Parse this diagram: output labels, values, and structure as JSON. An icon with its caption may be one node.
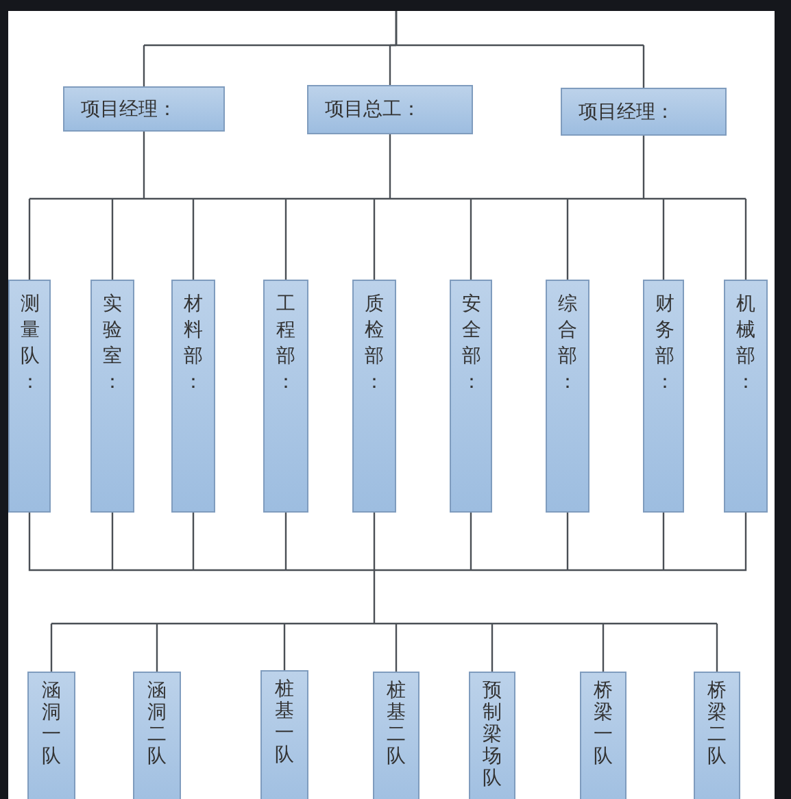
{
  "diagram": {
    "nodes": [
      {
        "text": [
          "项目经理："
        ]
      },
      {
        "text": [
          "项目总工："
        ]
      },
      {
        "text": [
          "项目经理："
        ]
      },
      {
        "text": [
          "测量队："
        ]
      },
      {
        "text": [
          "实验室："
        ]
      },
      {
        "text": [
          "材料部："
        ]
      },
      {
        "text": [
          "工程部："
        ]
      },
      {
        "text": [
          "质检部："
        ]
      },
      {
        "text": [
          "安全部："
        ]
      },
      {
        "text": [
          "综合部："
        ]
      },
      {
        "text": [
          "财务部："
        ]
      },
      {
        "text": [
          "机械部："
        ]
      },
      {
        "text": [
          "涵洞一队"
        ]
      },
      {
        "text": [
          "涵洞二队"
        ]
      },
      {
        "text": [
          "桩基一队"
        ]
      },
      {
        "text": [
          "桩基二队"
        ]
      },
      {
        "text": [
          "预制梁场队"
        ]
      },
      {
        "text": [
          "桥梁一队"
        ]
      },
      {
        "text": [
          "桥梁二队"
        ]
      }
    ],
    "edges": [
      {
        "from": null,
        "to": 0,
        "arrow": "none"
      },
      {
        "from": null,
        "to": 1,
        "arrow": "none"
      },
      {
        "from": null,
        "to": 2,
        "arrow": "none"
      },
      {
        "from": 0,
        "to": 3,
        "arrow": "none"
      },
      {
        "from": 0,
        "to": 4,
        "arrow": "none"
      },
      {
        "from": 0,
        "to": 5,
        "arrow": "none"
      },
      {
        "from": 0,
        "to": 6,
        "arrow": "none"
      },
      {
        "from": 0,
        "to": 7,
        "arrow": "none"
      },
      {
        "from": 0,
        "to": 8,
        "arrow": "none"
      },
      {
        "from": 0,
        "to": 9,
        "arrow": "none"
      },
      {
        "from": 0,
        "to": 10,
        "arrow": "none"
      },
      {
        "from": 0,
        "to": 11,
        "arrow": "none"
      },
      {
        "from": 1,
        "to": 3,
        "arrow": "none"
      },
      {
        "from": 1,
        "to": 4,
        "arrow": "none"
      },
      {
        "from": 1,
        "to": 5,
        "arrow": "none"
      },
      {
        "from": 1,
        "to": 6,
        "arrow": "none"
      },
      {
        "from": 1,
        "to": 7,
        "arrow": "none"
      },
      {
        "from": 1,
        "to": 8,
        "arrow": "none"
      },
      {
        "from": 1,
        "to": 9,
        "arrow": "none"
      },
      {
        "from": 1,
        "to": 10,
        "arrow": "none"
      },
      {
        "from": 1,
        "to": 11,
        "arrow": "none"
      },
      {
        "from": 2,
        "to": 3,
        "arrow": "none"
      },
      {
        "from": 2,
        "to": 4,
        "arrow": "none"
      },
      {
        "from": 2,
        "to": 5,
        "arrow": "none"
      },
      {
        "from": 2,
        "to": 6,
        "arrow": "none"
      },
      {
        "from": 2,
        "to": 7,
        "arrow": "none"
      },
      {
        "from": 2,
        "to": 8,
        "arrow": "none"
      },
      {
        "from": 2,
        "to": 9,
        "arrow": "none"
      },
      {
        "from": 2,
        "to": 10,
        "arrow": "none"
      },
      {
        "from": 2,
        "to": 11,
        "arrow": "none"
      },
      {
        "from": 3,
        "to": 12,
        "arrow": "none"
      },
      {
        "from": 3,
        "to": 13,
        "arrow": "none"
      },
      {
        "from": 3,
        "to": 14,
        "arrow": "none"
      },
      {
        "from": 3,
        "to": 15,
        "arrow": "none"
      },
      {
        "from": 3,
        "to": 16,
        "arrow": "none"
      },
      {
        "from": 3,
        "to": 17,
        "arrow": "none"
      },
      {
        "from": 3,
        "to": 18,
        "arrow": "none"
      },
      {
        "from": 4,
        "to": 12,
        "arrow": "none"
      },
      {
        "from": 4,
        "to": 13,
        "arrow": "none"
      },
      {
        "from": 4,
        "to": 14,
        "arrow": "none"
      },
      {
        "from": 4,
        "to": 15,
        "arrow": "none"
      },
      {
        "from": 4,
        "to": 16,
        "arrow": "none"
      },
      {
        "from": 4,
        "to": 17,
        "arrow": "none"
      },
      {
        "from": 4,
        "to": 18,
        "arrow": "none"
      },
      {
        "from": 5,
        "to": 12,
        "arrow": "none"
      },
      {
        "from": 5,
        "to": 13,
        "arrow": "none"
      },
      {
        "from": 5,
        "to": 14,
        "arrow": "none"
      },
      {
        "from": 5,
        "to": 15,
        "arrow": "none"
      },
      {
        "from": 5,
        "to": 16,
        "arrow": "none"
      },
      {
        "from": 5,
        "to": 17,
        "arrow": "none"
      },
      {
        "from": 5,
        "to": 18,
        "arrow": "none"
      },
      {
        "from": 6,
        "to": 12,
        "arrow": "none"
      },
      {
        "from": 6,
        "to": 13,
        "arrow": "none"
      },
      {
        "from": 6,
        "to": 14,
        "arrow": "none"
      },
      {
        "from": 6,
        "to": 15,
        "arrow": "none"
      },
      {
        "from": 6,
        "to": 16,
        "arrow": "none"
      },
      {
        "from": 6,
        "to": 17,
        "arrow": "none"
      },
      {
        "from": 6,
        "to": 18,
        "arrow": "none"
      },
      {
        "from": 7,
        "to": 12,
        "arrow": "none"
      },
      {
        "from": 7,
        "to": 13,
        "arrow": "none"
      },
      {
        "from": 7,
        "to": 14,
        "arrow": "none"
      },
      {
        "from": 7,
        "to": 15,
        "arrow": "none"
      },
      {
        "from": 7,
        "to": 16,
        "arrow": "none"
      },
      {
        "from": 7,
        "to": 17,
        "arrow": "none"
      },
      {
        "from": 7,
        "to": 18,
        "arrow": "none"
      },
      {
        "from": 8,
        "to": 12,
        "arrow": "none"
      },
      {
        "from": 8,
        "to": 13,
        "arrow": "none"
      },
      {
        "from": 8,
        "to": 14,
        "arrow": "none"
      },
      {
        "from": 8,
        "to": 15,
        "arrow": "none"
      },
      {
        "from": 8,
        "to": 16,
        "arrow": "none"
      },
      {
        "from": 8,
        "to": 17,
        "arrow": "none"
      },
      {
        "from": 8,
        "to": 18,
        "arrow": "none"
      },
      {
        "from": 9,
        "to": 12,
        "arrow": "none"
      },
      {
        "from": 9,
        "to": 13,
        "arrow": "none"
      },
      {
        "from": 9,
        "to": 14,
        "arrow": "none"
      },
      {
        "from": 9,
        "to": 15,
        "arrow": "none"
      },
      {
        "from": 9,
        "to": 16,
        "arrow": "none"
      },
      {
        "from": 9,
        "to": 17,
        "arrow": "none"
      },
      {
        "from": 9,
        "to": 18,
        "arrow": "none"
      },
      {
        "from": 10,
        "to": 12,
        "arrow": "none"
      },
      {
        "from": 10,
        "to": 13,
        "arrow": "none"
      },
      {
        "from": 10,
        "to": 14,
        "arrow": "none"
      },
      {
        "from": 10,
        "to": 15,
        "arrow": "none"
      },
      {
        "from": 10,
        "to": 16,
        "arrow": "none"
      },
      {
        "from": 10,
        "to": 17,
        "arrow": "none"
      },
      {
        "from": 10,
        "to": 18,
        "arrow": "none"
      },
      {
        "from": 11,
        "to": 12,
        "arrow": "none"
      },
      {
        "from": 11,
        "to": 13,
        "arrow": "none"
      },
      {
        "from": 11,
        "to": 14,
        "arrow": "none"
      },
      {
        "from": 11,
        "to": 15,
        "arrow": "none"
      },
      {
        "from": 11,
        "to": 16,
        "arrow": "none"
      },
      {
        "from": 11,
        "to": 17,
        "arrow": "none"
      },
      {
        "from": 11,
        "to": 18,
        "arrow": "none"
      }
    ]
  }
}
